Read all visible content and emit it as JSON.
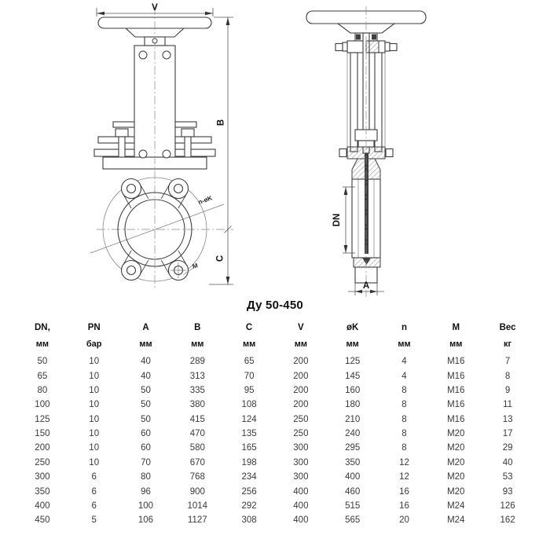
{
  "drawing": {
    "title": "Ду 50-450",
    "front_view": {
      "dim_width": "V",
      "dim_height_upper": "B",
      "dim_height_lower": "C",
      "label_bolt_circle": "n-øK",
      "label_thread": "M"
    },
    "side_view": {
      "dim_bore": "DN",
      "dim_body_width": "A"
    }
  },
  "table": {
    "columns": [
      "DN,",
      "PN",
      "A",
      "B",
      "C",
      "V",
      "øK",
      "n",
      "M",
      "Вес"
    ],
    "units": [
      "мм",
      "бар",
      "мм",
      "мм",
      "мм",
      "мм",
      "мм",
      "мм",
      "мм",
      "кг"
    ],
    "rows": [
      [
        "50",
        "10",
        "40",
        "289",
        "65",
        "200",
        "125",
        "4",
        "M16",
        "7"
      ],
      [
        "65",
        "10",
        "40",
        "313",
        "70",
        "200",
        "145",
        "4",
        "M16",
        "8"
      ],
      [
        "80",
        "10",
        "50",
        "335",
        "95",
        "200",
        "160",
        "8",
        "M16",
        "9"
      ],
      [
        "100",
        "10",
        "50",
        "380",
        "108",
        "200",
        "180",
        "8",
        "M16",
        "11"
      ],
      [
        "125",
        "10",
        "50",
        "415",
        "124",
        "250",
        "210",
        "8",
        "M16",
        "13"
      ],
      [
        "150",
        "10",
        "60",
        "470",
        "135",
        "250",
        "240",
        "8",
        "M20",
        "17"
      ],
      [
        "200",
        "10",
        "60",
        "580",
        "165",
        "300",
        "295",
        "8",
        "M20",
        "29"
      ],
      [
        "250",
        "10",
        "70",
        "670",
        "198",
        "300",
        "350",
        "12",
        "M20",
        "40"
      ],
      [
        "300",
        "6",
        "80",
        "768",
        "234",
        "300",
        "400",
        "12",
        "M20",
        "53"
      ],
      [
        "350",
        "6",
        "96",
        "900",
        "256",
        "400",
        "460",
        "16",
        "M20",
        "93"
      ],
      [
        "400",
        "6",
        "100",
        "1014",
        "292",
        "400",
        "515",
        "16",
        "M24",
        "126"
      ],
      [
        "450",
        "5",
        "106",
        "1127",
        "308",
        "400",
        "565",
        "20",
        "M24",
        "162"
      ]
    ]
  }
}
